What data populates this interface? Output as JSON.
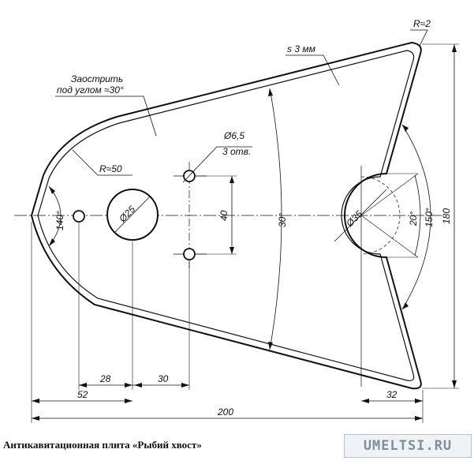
{
  "labels": {
    "r2": "R≈2",
    "thickness": "s 3 мм",
    "sharpen_1": "Заострить",
    "sharpen_2": "под углом ≈30°",
    "hole_d": "Ø6,5",
    "hole_n": "3 отв.",
    "r50": "R≈50",
    "a140": "140°",
    "d25": "Ø25",
    "d40": "40",
    "a30": "30°",
    "d35": "Ø35",
    "a20": "20°",
    "a150": "150°",
    "d180": "180",
    "d28": "28",
    "d30": "30",
    "d52": "52",
    "d32": "32",
    "d200": "200"
  },
  "caption": "Антикавитационная плита «Рыбий хвост»",
  "watermark": "UMELTSI.RU"
}
